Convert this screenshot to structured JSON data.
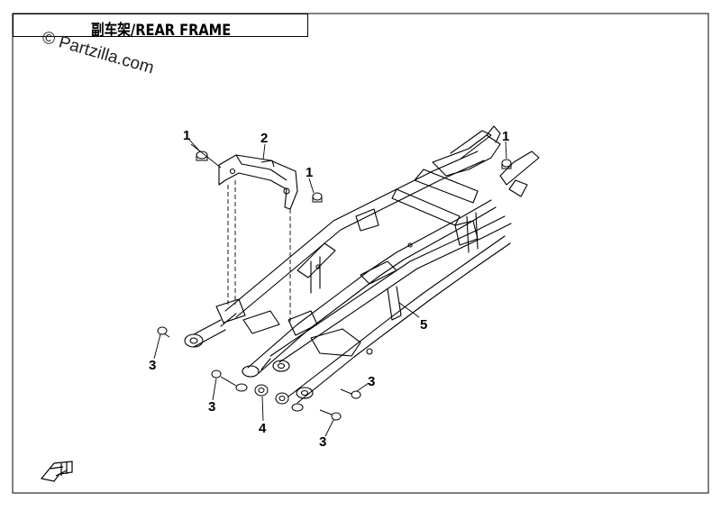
{
  "title": "副车架/REAR FRAME",
  "watermark": "© Partzilla.com",
  "callouts": {
    "c1a": "1",
    "c2": "2",
    "c1b": "1",
    "c1c": "1",
    "c5": "5",
    "c3a": "3",
    "c3b": "3",
    "c4": "4",
    "c3c": "3",
    "c3d": "3"
  },
  "colors": {
    "line": "#000000",
    "background": "#ffffff"
  },
  "logo_icon": "brand-logo-icon"
}
